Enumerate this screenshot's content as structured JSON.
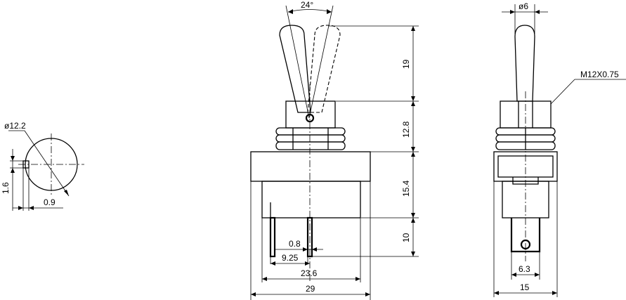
{
  "drawing": {
    "side_view": {
      "diameter_label": "ø12.2",
      "height_label": "1.6",
      "offset_label": "0.9"
    },
    "front_view": {
      "angle_label": "24°",
      "lever_height_label": "19",
      "bushing_height_label": "12.8",
      "body_height_label": "15.4",
      "terminal_length_label": "10",
      "terminal_thickness_label": "0.8",
      "terminal_pitch_label": "9.25",
      "body_width_label": "23.6",
      "overall_width_label": "29"
    },
    "end_view": {
      "lever_diameter_label": "ø6",
      "thread_label": "M12X0.75",
      "terminal_width_label": "6.3",
      "body_width_label": "15"
    }
  }
}
